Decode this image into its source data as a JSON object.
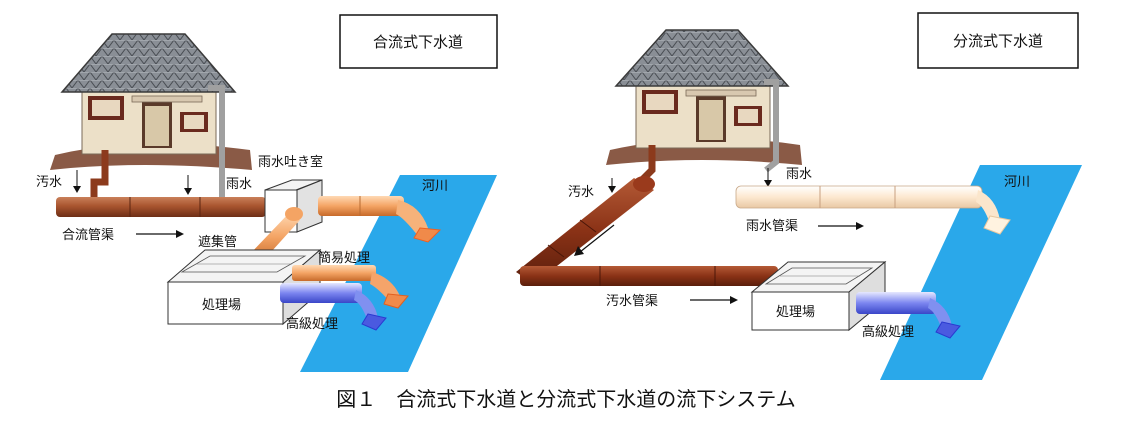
{
  "left": {
    "title": "合流式下水道",
    "labels": {
      "sewage": "汚水",
      "rain": "雨水",
      "overflow_chamber": "雨水吐き室",
      "river": "河川",
      "combined_pipe": "合流管渠",
      "interceptor": "遮集管",
      "simple_treatment": "簡易処理",
      "plant": "処理場",
      "advanced_treatment": "高級処理"
    }
  },
  "right": {
    "title": "分流式下水道",
    "labels": {
      "sewage": "汚水",
      "rain": "雨水",
      "river": "河川",
      "storm_pipe": "雨水管渠",
      "sewage_pipe": "汚水管渠",
      "plant": "処理場",
      "advanced_treatment": "高級処理"
    }
  },
  "caption": "図１　合流式下水道と分流式下水道の流下システム",
  "colors": {
    "river": "#2aa8ea",
    "brown_pipe": "#9c4a28",
    "dark_pipe": "#7a2a14",
    "orange_pipe": "#f0a060",
    "blue_pipe": "#6070e8",
    "cream_pipe": "#fbe6cc"
  }
}
